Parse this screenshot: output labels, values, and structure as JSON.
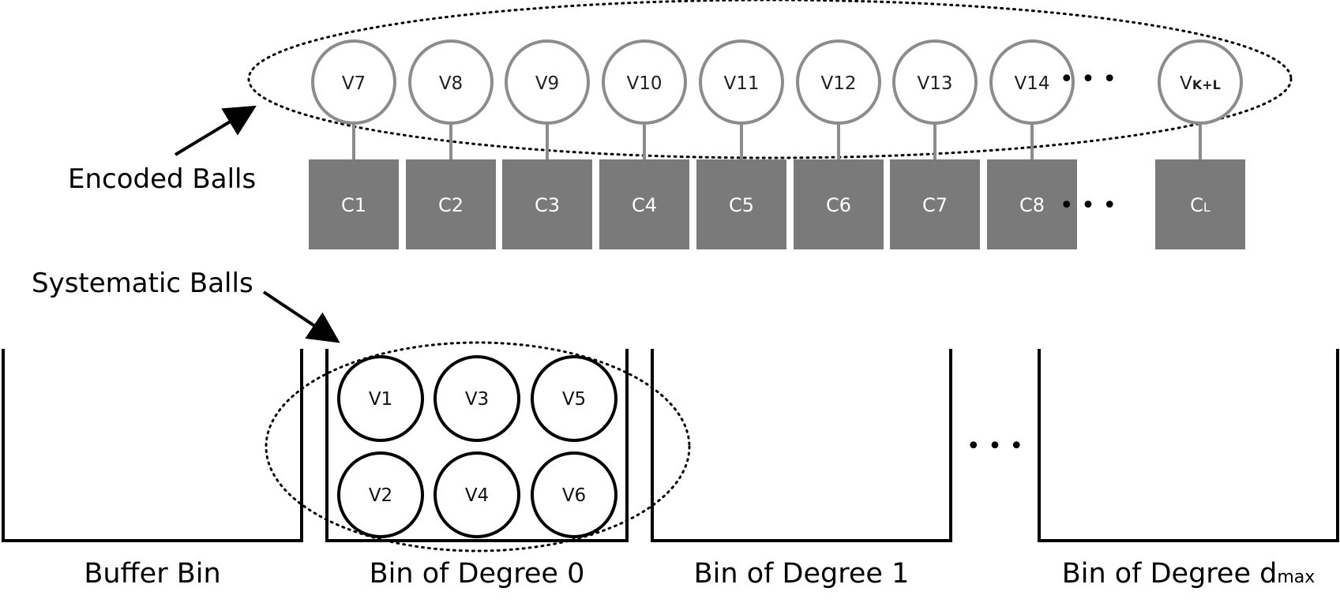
{
  "annotations": {
    "encoded_balls": "Encoded Balls",
    "systematic_balls": "Systematic Balls"
  },
  "encoded_balls": [
    {
      "main": "V7",
      "sub": ""
    },
    {
      "main": "V8",
      "sub": ""
    },
    {
      "main": "V9",
      "sub": ""
    },
    {
      "main": "V10",
      "sub": ""
    },
    {
      "main": "V11",
      "sub": ""
    },
    {
      "main": "V12",
      "sub": ""
    },
    {
      "main": "V13",
      "sub": ""
    },
    {
      "main": "V14",
      "sub": ""
    },
    {
      "main": "V",
      "sub": "K+L"
    }
  ],
  "check_nodes": [
    {
      "main": "C1",
      "sub": ""
    },
    {
      "main": "C2",
      "sub": ""
    },
    {
      "main": "C3",
      "sub": ""
    },
    {
      "main": "C4",
      "sub": ""
    },
    {
      "main": "C5",
      "sub": ""
    },
    {
      "main": "C6",
      "sub": ""
    },
    {
      "main": "C7",
      "sub": ""
    },
    {
      "main": "C8",
      "sub": ""
    },
    {
      "main": "C",
      "sub": "L"
    }
  ],
  "systematic_balls": [
    "V1",
    "V3",
    "V5",
    "V2",
    "V4",
    "V6"
  ],
  "bins": [
    {
      "label": "Buffer Bin",
      "sub": ""
    },
    {
      "label": "Bin of Degree 0",
      "sub": ""
    },
    {
      "label": "Bin of Degree 1",
      "sub": ""
    },
    {
      "label": "Bin of Degree d",
      "sub": "max"
    }
  ],
  "ellipsis": "• • •",
  "colors": {
    "encoded_ball_stroke": "#8c8c8c",
    "check_fill": "#7a7a7a",
    "connector": "#8c8c8c",
    "bin_stroke": "#000000",
    "systematic_ball_stroke": "#000000"
  }
}
